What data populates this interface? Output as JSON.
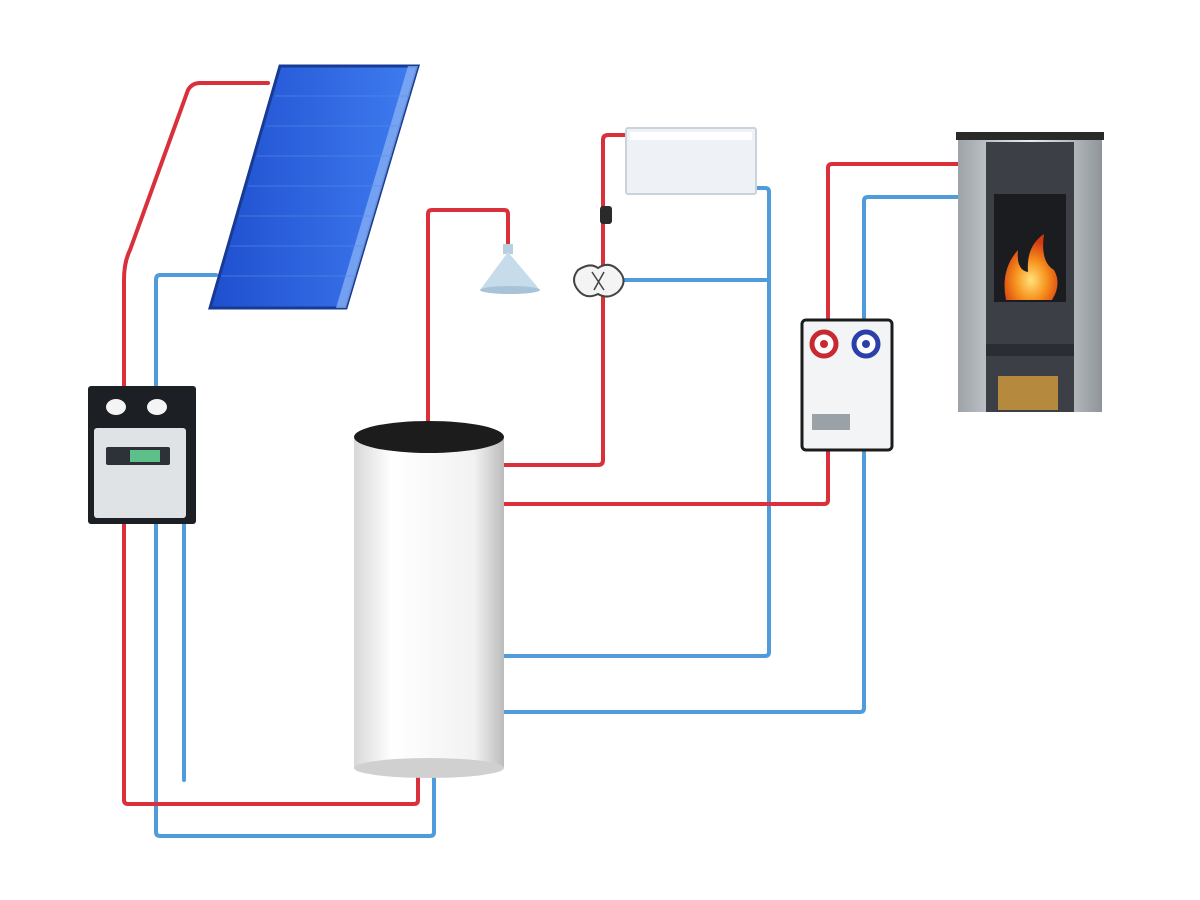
{
  "diagram": {
    "colors": {
      "hot_pipe": "#d9303c",
      "cold_pipe": "#4f9bdc",
      "panel_blue": "#2356d6",
      "panel_edge": "#1a3f9e",
      "fire": "#f26a1b",
      "background": "#ffffff"
    },
    "components": [
      {
        "id": "solar-collector",
        "icon": "solar-panel-icon"
      },
      {
        "id": "solar-pump-station",
        "icon": "pump-station-icon"
      },
      {
        "id": "storage-tank",
        "icon": "tank-icon"
      },
      {
        "id": "shower-head",
        "icon": "shower-icon"
      },
      {
        "id": "radiator",
        "icon": "radiator-icon"
      },
      {
        "id": "mixing-valve",
        "icon": "valve-icon"
      },
      {
        "id": "stove-pump-group",
        "icon": "pump-group-icon"
      },
      {
        "id": "wood-stove",
        "icon": "fireplace-icon"
      }
    ]
  }
}
